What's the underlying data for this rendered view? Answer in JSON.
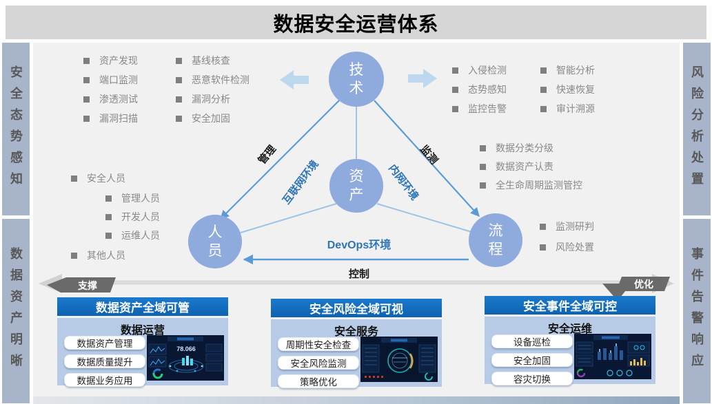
{
  "title": "数据安全运营体系",
  "sidebar": {
    "left_top": "安全态势感知",
    "left_bottom": "数据资产明晰",
    "right_top": "风险分析处置",
    "right_bottom": "事件告警响应"
  },
  "tech_list_left": {
    "col1": [
      "资产发现",
      "端口监测",
      "渗透测试",
      "漏洞扫描"
    ],
    "col2": [
      "基线核查",
      "恶意软件检测",
      "漏洞分析",
      "安全加固"
    ]
  },
  "tech_list_right": {
    "col1": [
      "入侵检测",
      "态势感知",
      "监控告警"
    ],
    "col2": [
      "智能分析",
      "快速恢复",
      "审计溯源"
    ]
  },
  "asset_list": [
    "数据分类分级",
    "数据资产认责",
    "全生命周期监测管控"
  ],
  "personnel_list": [
    "安全人员",
    "管理人员",
    "开发人员",
    "运维人员",
    "其他人员"
  ],
  "process_list": [
    "监测研判",
    "风险处置"
  ],
  "triangle": {
    "node_top": "技术",
    "node_center": "资产",
    "node_bottom_left": "人员",
    "node_bottom_right": "流程",
    "label_manage": "管理",
    "label_internet": "互联网环境",
    "label_monitor": "监测",
    "label_intranet": "内网环境",
    "label_devops": "DevOps环境",
    "label_control": "控制"
  },
  "band": {
    "support": "支撑",
    "optimize": "优化"
  },
  "panels": [
    {
      "header": "数据资产全域可管",
      "subtitle": "数据运营",
      "buttons": [
        "数据资产管理",
        "数据质量提升",
        "数据业务应用"
      ]
    },
    {
      "header": "安全风险全域可视",
      "subtitle": "安全服务",
      "buttons": [
        "周期性安全检查",
        "安全风险监测",
        "策略优化"
      ]
    },
    {
      "header": "安全事件全域可控",
      "subtitle": "安全运维",
      "buttons": [
        "设备巡检",
        "安全加固",
        "容灾切换"
      ]
    }
  ],
  "dashboard_value": "78.066",
  "icons": {
    "left_fat_arrow": "arrow-left-icon",
    "right_fat_arrow": "arrow-right-icon",
    "bullet": "square-bullet-icon"
  },
  "colors": {
    "title_bar_bg": "#d6d6d6",
    "canvas_bg": "#f1f1f2",
    "sidebar_bg": "#a7b4c9",
    "sidebar_text": "#595959",
    "node_fill": "#8faadc",
    "arrow_blue": "#5b9bd5",
    "light_line": "#9dc3e6",
    "side_arrow": "#bdd7ee",
    "label_blue": "#2e75b6",
    "list_text": "#898989",
    "panel_header_blue": "#1472c4",
    "panel_body_blue": "#b7cbe6",
    "banner_gray": "#6a6a6a"
  }
}
